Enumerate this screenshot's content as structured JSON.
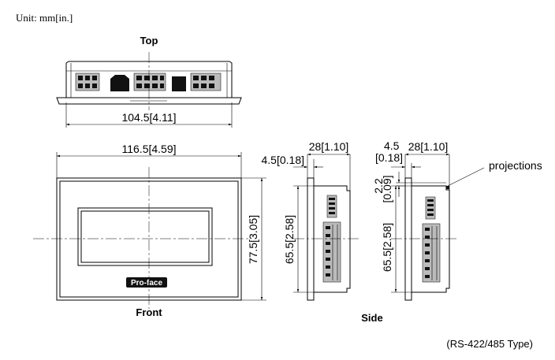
{
  "unit_note": "Unit: mm[in.]",
  "views": {
    "top": {
      "title": "Top",
      "width_dim": "104.5[4.11]"
    },
    "front": {
      "title": "Front",
      "width_dim": "116.5[4.59]",
      "height_dim": "77.5[3.05]",
      "logo_text": "Pro-face"
    },
    "side": {
      "title": "Side",
      "left": {
        "flange_dim": "4.5[0.18]",
        "depth_dim": "28[1.10]",
        "height_dim": "65.5[2.58]"
      },
      "right": {
        "flange_dim_line1": "4.5",
        "flange_dim_line2": "[0.18]",
        "depth_dim": "28[1.10]",
        "projection_dim": "2.2",
        "projection_dim_in": "[0.09]",
        "height_dim": "65.5[2.58]",
        "callout": "projections"
      }
    }
  },
  "footer_note": "(RS-422/485 Type)"
}
